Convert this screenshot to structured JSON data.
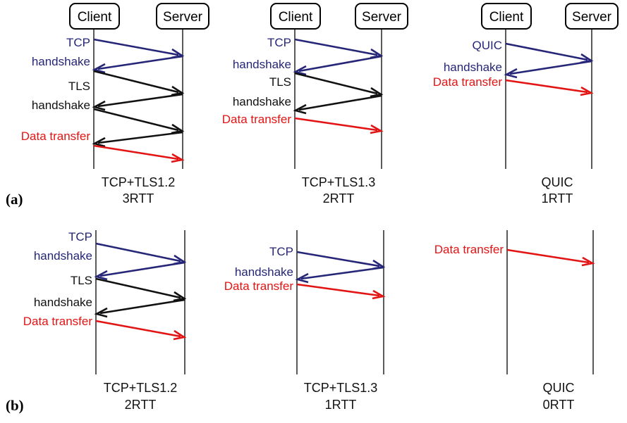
{
  "figure": {
    "title": "QUIC vs TCP+TLS handshake round-trip comparison",
    "colors": {
      "blue": "#262678",
      "black": "#111111",
      "red": "#e21414",
      "lifeline": "#5a5a5a",
      "box_stroke": "#000000",
      "background": "#ffffff"
    }
  },
  "rows": [
    {
      "letter": "(a)",
      "name": "first-connection",
      "panels": [
        {
          "name": "tcp-tls12-3rtt",
          "client_label": "Client",
          "server_label": "Server",
          "show_node_boxes": true,
          "labels": [
            {
              "text": "TCP",
              "color": "blue"
            },
            {
              "text": "handshake",
              "color": "blue"
            },
            {
              "text": "TLS",
              "color": "black"
            },
            {
              "text": "handshake",
              "color": "black"
            },
            {
              "text": "Data transfer",
              "color": "red"
            }
          ],
          "arrows": [
            {
              "dir": "to-server",
              "color": "blue"
            },
            {
              "dir": "to-client",
              "color": "blue"
            },
            {
              "dir": "to-server",
              "color": "black"
            },
            {
              "dir": "to-client",
              "color": "black"
            },
            {
              "dir": "to-server",
              "color": "black"
            },
            {
              "dir": "to-client",
              "color": "black"
            },
            {
              "dir": "to-server",
              "color": "red"
            }
          ],
          "caption_line1": "TCP+TLS1.2",
          "caption_line2": "3RTT"
        },
        {
          "name": "tcp-tls13-2rtt",
          "client_label": "Client",
          "server_label": "Server",
          "show_node_boxes": true,
          "labels": [
            {
              "text": "TCP",
              "color": "blue"
            },
            {
              "text": "handshake",
              "color": "blue"
            },
            {
              "text": "TLS",
              "color": "black"
            },
            {
              "text": "handshake",
              "color": "black"
            },
            {
              "text": "Data transfer",
              "color": "red"
            }
          ],
          "arrows": [
            {
              "dir": "to-server",
              "color": "blue"
            },
            {
              "dir": "to-client",
              "color": "blue"
            },
            {
              "dir": "to-server",
              "color": "black"
            },
            {
              "dir": "to-client",
              "color": "black"
            },
            {
              "dir": "to-server",
              "color": "red"
            }
          ],
          "caption_line1": "TCP+TLS1.3",
          "caption_line2": "2RTT"
        },
        {
          "name": "quic-1rtt",
          "client_label": "Client",
          "server_label": "Server",
          "show_node_boxes": true,
          "labels": [
            {
              "text": "QUIC",
              "color": "blue"
            },
            {
              "text": "handshake",
              "color": "blue"
            },
            {
              "text": "Data transfer",
              "color": "red"
            }
          ],
          "arrows": [
            {
              "dir": "to-server",
              "color": "blue"
            },
            {
              "dir": "to-client",
              "color": "blue"
            },
            {
              "dir": "to-server",
              "color": "red"
            }
          ],
          "caption_line1": "QUIC",
          "caption_line2": "1RTT"
        }
      ]
    },
    {
      "letter": "(b)",
      "name": "resumed-connection",
      "panels": [
        {
          "name": "tcp-tls12-2rtt",
          "client_label": "",
          "server_label": "",
          "show_node_boxes": false,
          "labels": [
            {
              "text": "TCP",
              "color": "blue"
            },
            {
              "text": "handshake",
              "color": "blue"
            },
            {
              "text": "TLS",
              "color": "black"
            },
            {
              "text": "handshake",
              "color": "black"
            },
            {
              "text": "Data transfer",
              "color": "red"
            }
          ],
          "arrows": [
            {
              "dir": "to-server",
              "color": "blue"
            },
            {
              "dir": "to-client",
              "color": "blue"
            },
            {
              "dir": "to-server",
              "color": "black"
            },
            {
              "dir": "to-client",
              "color": "black"
            },
            {
              "dir": "to-server",
              "color": "red"
            }
          ],
          "caption_line1": "TCP+TLS1.2",
          "caption_line2": "2RTT"
        },
        {
          "name": "tcp-tls13-1rtt",
          "client_label": "",
          "server_label": "",
          "show_node_boxes": false,
          "labels": [
            {
              "text": "TCP",
              "color": "blue"
            },
            {
              "text": "handshake",
              "color": "blue"
            },
            {
              "text": "Data transfer",
              "color": "red"
            }
          ],
          "arrows": [
            {
              "dir": "to-server",
              "color": "blue"
            },
            {
              "dir": "to-client",
              "color": "blue"
            },
            {
              "dir": "to-server",
              "color": "red"
            }
          ],
          "caption_line1": "TCP+TLS1.3",
          "caption_line2": "1RTT"
        },
        {
          "name": "quic-0rtt",
          "client_label": "",
          "server_label": "",
          "show_node_boxes": false,
          "labels": [
            {
              "text": "Data transfer",
              "color": "red"
            }
          ],
          "arrows": [
            {
              "dir": "to-server",
              "color": "red"
            }
          ],
          "caption_line1": "QUIC",
          "caption_line2": "0RTT"
        }
      ]
    }
  ]
}
